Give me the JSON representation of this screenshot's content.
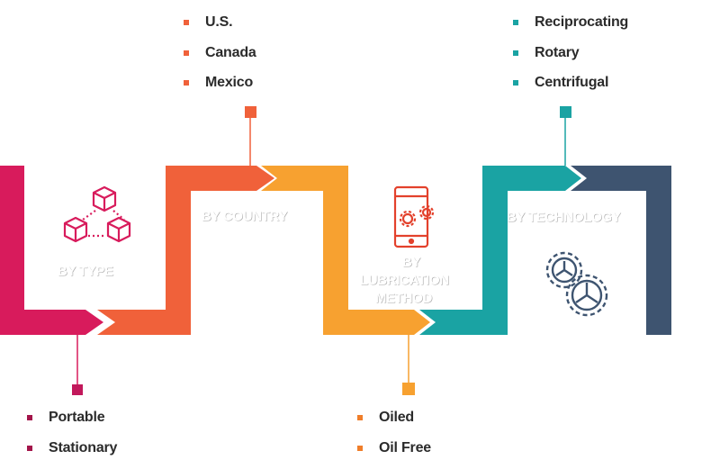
{
  "segments": {
    "type": {
      "label": "BY TYPE",
      "color": "#d81b5c",
      "icon": "cubes-icon"
    },
    "country": {
      "label": "BY COUNTRY",
      "color": "#f0613a",
      "icon": "none"
    },
    "lubrication": {
      "label_line1": "BY",
      "label_line2": "LUBRICATION",
      "label_line3": "METHOD",
      "color": "#f7a130",
      "icon": "mobile-gears-icon"
    },
    "technology": {
      "label": "BY TECHNOLOGY",
      "color": "#1aa3a3",
      "icon": "gears-icon"
    },
    "end": {
      "color": "#3e5470"
    }
  },
  "lists": {
    "country": {
      "items": [
        "U.S.",
        "Canada",
        "Mexico"
      ],
      "bullet_color": "#f0613a"
    },
    "technology": {
      "items": [
        "Reciprocating",
        "Rotary",
        "Centrifugal"
      ],
      "bullet_color": "#1aa3a3"
    },
    "type": {
      "items": [
        "Portable",
        "Stationary"
      ],
      "bullet_color": "#a3154a"
    },
    "lubrication": {
      "items": [
        "Oiled",
        "Oil Free"
      ],
      "bullet_color": "#f07e2a"
    }
  }
}
